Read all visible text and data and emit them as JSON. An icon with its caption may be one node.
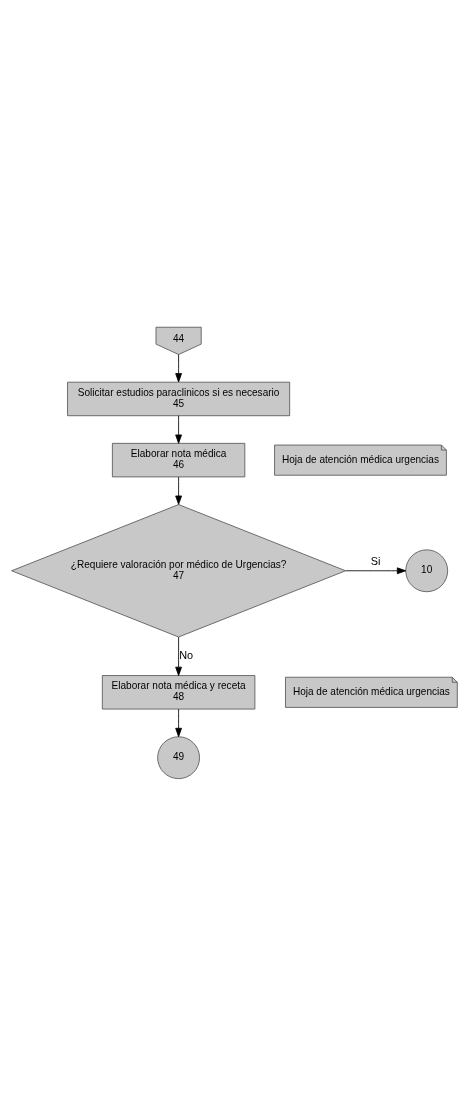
{
  "diagram": {
    "nodes": [
      {
        "text": [
          "44"
        ]
      },
      {
        "text": [
          "Solicitar estudios paraclinicos si es necesario",
          "45"
        ]
      },
      {
        "text": [
          "Elaborar nota médica",
          "46"
        ]
      },
      {
        "text": [
          "Hoja de atención médica urgencias"
        ]
      },
      {
        "text": [
          "¿Requiere valoración por médico de Urgencias?",
          "47"
        ]
      },
      {
        "text": [
          "10"
        ]
      },
      {
        "text": [
          "Elaborar nota médica y receta",
          "48"
        ]
      },
      {
        "text": [
          "Hoja de atención médica urgencias"
        ]
      },
      {
        "text": [
          "49"
        ]
      }
    ],
    "edges": [
      {
        "from": 0,
        "to": 1,
        "arrow": "to"
      },
      {
        "from": 1,
        "to": 2,
        "arrow": "to"
      },
      {
        "from": 2,
        "to": 4,
        "arrow": "to"
      },
      {
        "from": 4,
        "to": 5,
        "arrow": "to",
        "label": "Si"
      },
      {
        "from": 4,
        "to": 6,
        "arrow": "to",
        "label": "No"
      },
      {
        "from": 6,
        "to": 8,
        "arrow": "to"
      }
    ]
  }
}
